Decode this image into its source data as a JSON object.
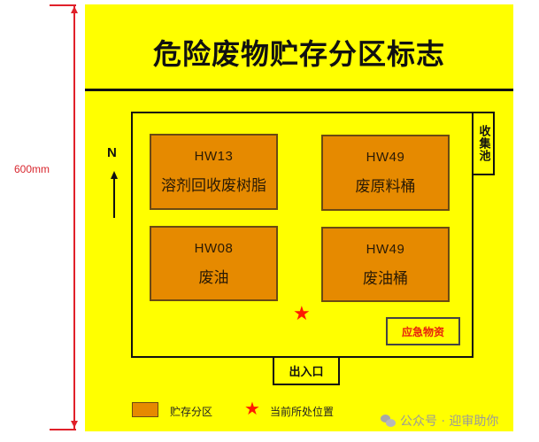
{
  "dimension": {
    "label": "600mm",
    "color": "#e0202a"
  },
  "sign": {
    "background": "#ffff00",
    "title": "危险废物贮存分区标志",
    "compass": {
      "label": "N"
    },
    "zones": [
      {
        "code": "HW13",
        "name": "溶剂回收废树脂"
      },
      {
        "code": "HW49",
        "name": "废原料桶"
      },
      {
        "code": "HW08",
        "name": "废油"
      },
      {
        "code": "HW49",
        "name": "废油桶"
      }
    ],
    "zone_color": "#e68a00",
    "collection_pool": "收集池",
    "emergency_supplies": "应急物资",
    "entrance": "出入口",
    "current_position_symbol": "★",
    "legend": {
      "zone_label": "贮存分区",
      "position_symbol": "★",
      "position_label": "当前所处位置"
    }
  },
  "watermark": {
    "text": "公众号 · 迎审助你"
  }
}
